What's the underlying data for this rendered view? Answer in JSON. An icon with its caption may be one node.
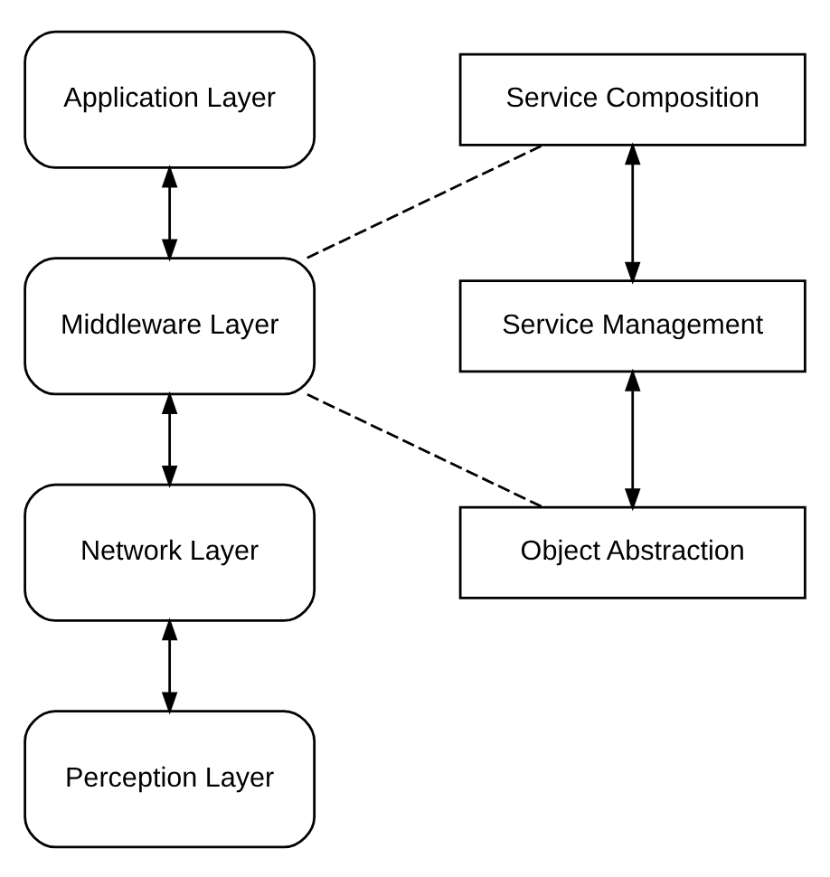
{
  "diagram": {
    "nodes": [
      {
        "text": [
          "Application Layer"
        ]
      },
      {
        "text": [
          "Middleware Layer"
        ]
      },
      {
        "text": [
          "Network Layer"
        ]
      },
      {
        "text": [
          "Perception Layer"
        ]
      },
      {
        "text": [
          "Service Composition"
        ]
      },
      {
        "text": [
          "Service Management"
        ]
      },
      {
        "text": [
          "Object Abstraction"
        ]
      }
    ],
    "edges": [
      {
        "from": 0,
        "to": 1,
        "arrow": "both"
      },
      {
        "from": 1,
        "to": 2,
        "arrow": "both"
      },
      {
        "from": 2,
        "to": 3,
        "arrow": "both"
      },
      {
        "from": 4,
        "to": 5,
        "arrow": "both"
      },
      {
        "from": 5,
        "to": 6,
        "arrow": "both"
      },
      {
        "from": 1,
        "to": 4,
        "arrow": "none",
        "style": "dashed"
      },
      {
        "from": 1,
        "to": 6,
        "arrow": "none",
        "style": "dashed"
      }
    ]
  }
}
